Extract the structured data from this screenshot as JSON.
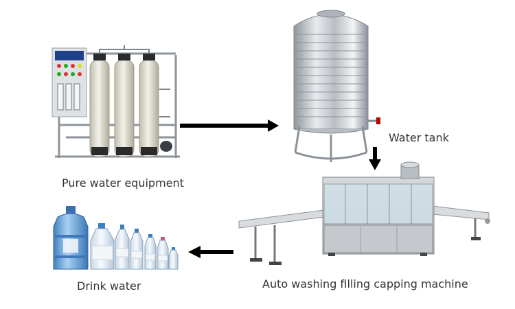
{
  "diagram": {
    "stages": [
      {
        "id": "pure-water-equipment",
        "label": "Pure water equipment"
      },
      {
        "id": "water-tank",
        "label": "Water tank"
      },
      {
        "id": "filling-machine",
        "label": "Auto washing filling capping machine"
      },
      {
        "id": "drink-water",
        "label": "Drink water"
      }
    ],
    "flow": [
      [
        "pure-water-equipment",
        "water-tank"
      ],
      [
        "water-tank",
        "filling-machine"
      ],
      [
        "filling-machine",
        "drink-water"
      ]
    ],
    "colors": {
      "text": "#333333",
      "arrow": "#000000",
      "steel": "#c9ccd0",
      "filter_vessel": "#e9e6da",
      "bottle_water": "#6fa7dc"
    }
  }
}
